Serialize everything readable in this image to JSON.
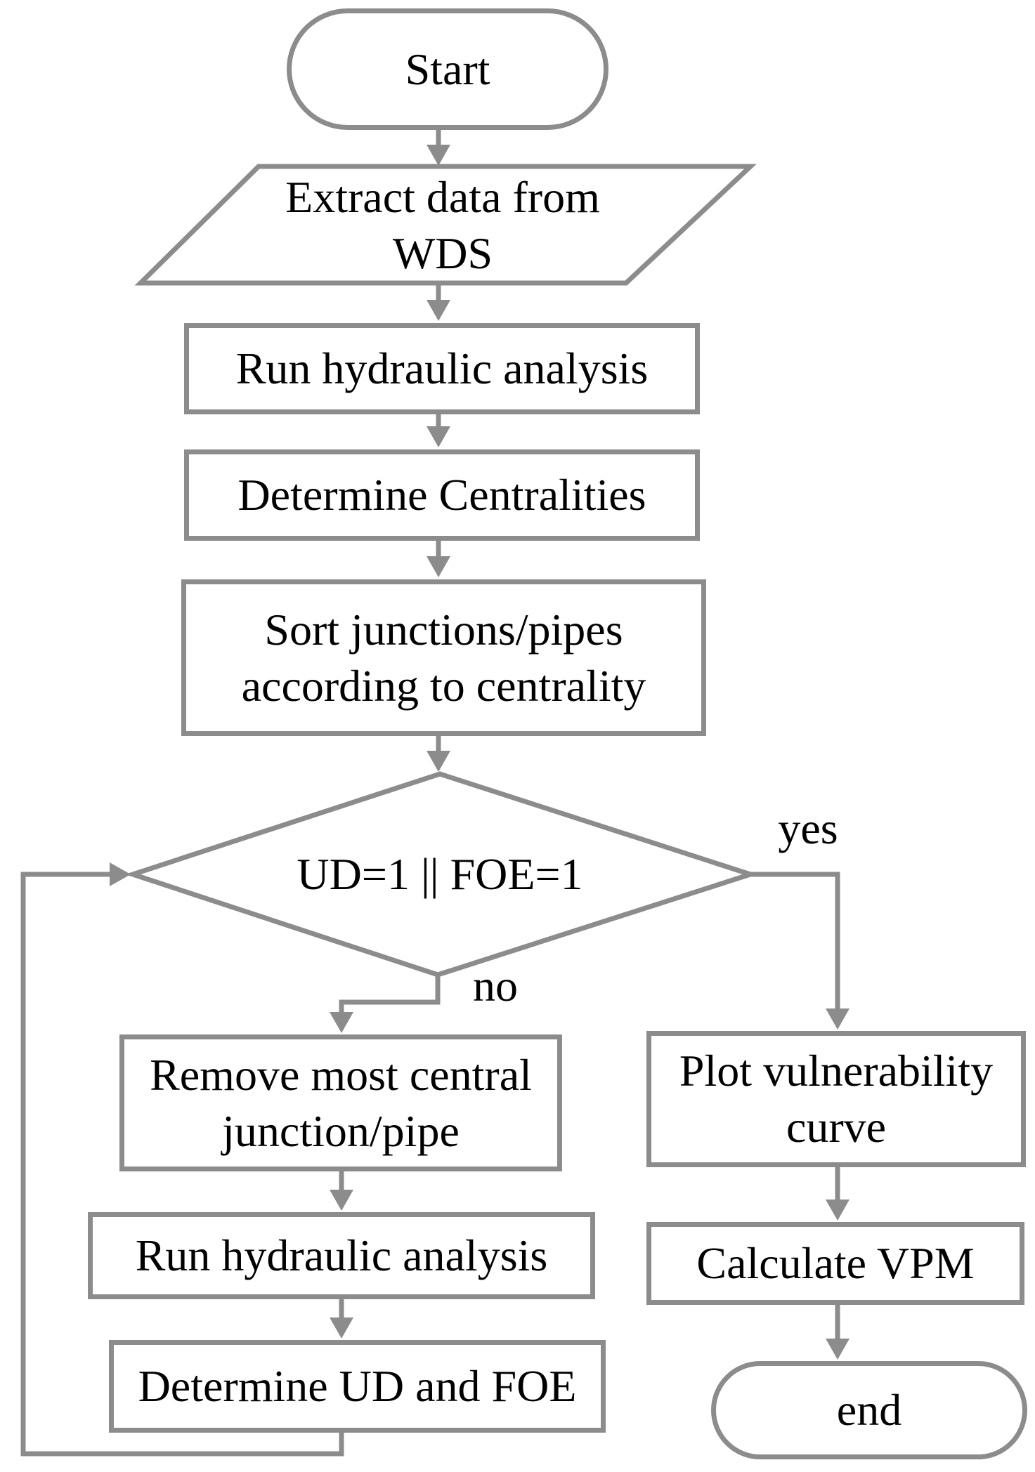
{
  "flowchart": {
    "nodes": {
      "start": "Start",
      "extract": "Extract data from\nWDS",
      "run_hydraulic_1": "Run hydraulic analysis",
      "determine_centralities": "Determine Centralities",
      "sort_junctions": "Sort junctions/pipes\naccording to centrality",
      "decision": "UD=1 || FOE=1",
      "remove_central": "Remove most central\njunction/pipe",
      "run_hydraulic_2": "Run hydraulic analysis",
      "determine_ud_foe": "Determine UD and FOE",
      "plot_vulnerability": "Plot vulnerability\ncurve",
      "calculate_vpm": "Calculate VPM",
      "end": "end"
    },
    "edge_labels": {
      "yes": "yes",
      "no": "no"
    },
    "colors": {
      "line": "#8c8c8c",
      "text": "#000000",
      "background": "#ffffff"
    }
  }
}
